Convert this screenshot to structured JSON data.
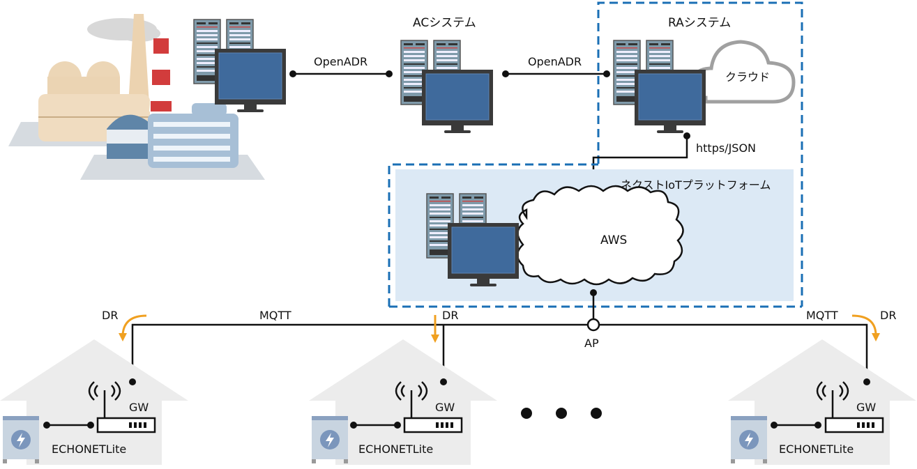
{
  "diagram": {
    "power_plant": {
      "label": ""
    },
    "links": {
      "openadr_left": "OpenADR",
      "openadr_right": "OpenADR",
      "https_json": "https/JSON",
      "mqtt_left": "MQTT",
      "mqtt_right": "MQTT"
    },
    "ac_system": {
      "title": "ACシステム"
    },
    "ra_system": {
      "title": "RAシステム",
      "cloud_label": "クラウド"
    },
    "platform": {
      "title": "ネクストIoTプラットフォーム",
      "cloud_label": "AWS"
    },
    "access_point": {
      "label": "AP"
    },
    "dr_label": "DR",
    "homes": [
      {
        "gw_label": "GW",
        "protocol_label": "ECHONETLite",
        "dr_label": "DR"
      },
      {
        "gw_label": "GW",
        "protocol_label": "ECHONETLite",
        "dr_label": "DR"
      },
      {
        "gw_label": "GW",
        "protocol_label": "ECHONETLite",
        "dr_label": "DR"
      }
    ],
    "ellipsis": "…",
    "colors": {
      "dashed_border": "#1a6fb5",
      "platform_bg": "#dce9f5",
      "dr_arrow": "#f0a020",
      "monitor_screen": "#3f6a9c",
      "monitor_frame": "#3a3a3a",
      "house": "#ececec",
      "battery_icon": "#7b96bc"
    }
  }
}
